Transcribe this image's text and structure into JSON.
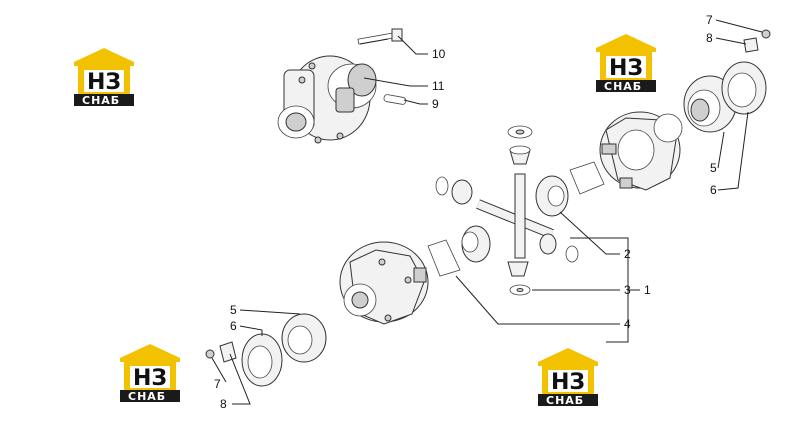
{
  "logo": {
    "line1": "НЗ",
    "line2": "СНАБ",
    "accent_color": "#f2c200",
    "dark_color": "#1a1a1a"
  },
  "callouts": {
    "c1": "1",
    "c2": "2",
    "c3": "3",
    "c4": "4",
    "c5a": "5",
    "c5b": "5",
    "c6a": "6",
    "c6b": "6",
    "c7a": "7",
    "c7b": "7",
    "c8a": "8",
    "c8b": "8",
    "c9": "9",
    "c10": "10",
    "c11": "11"
  }
}
